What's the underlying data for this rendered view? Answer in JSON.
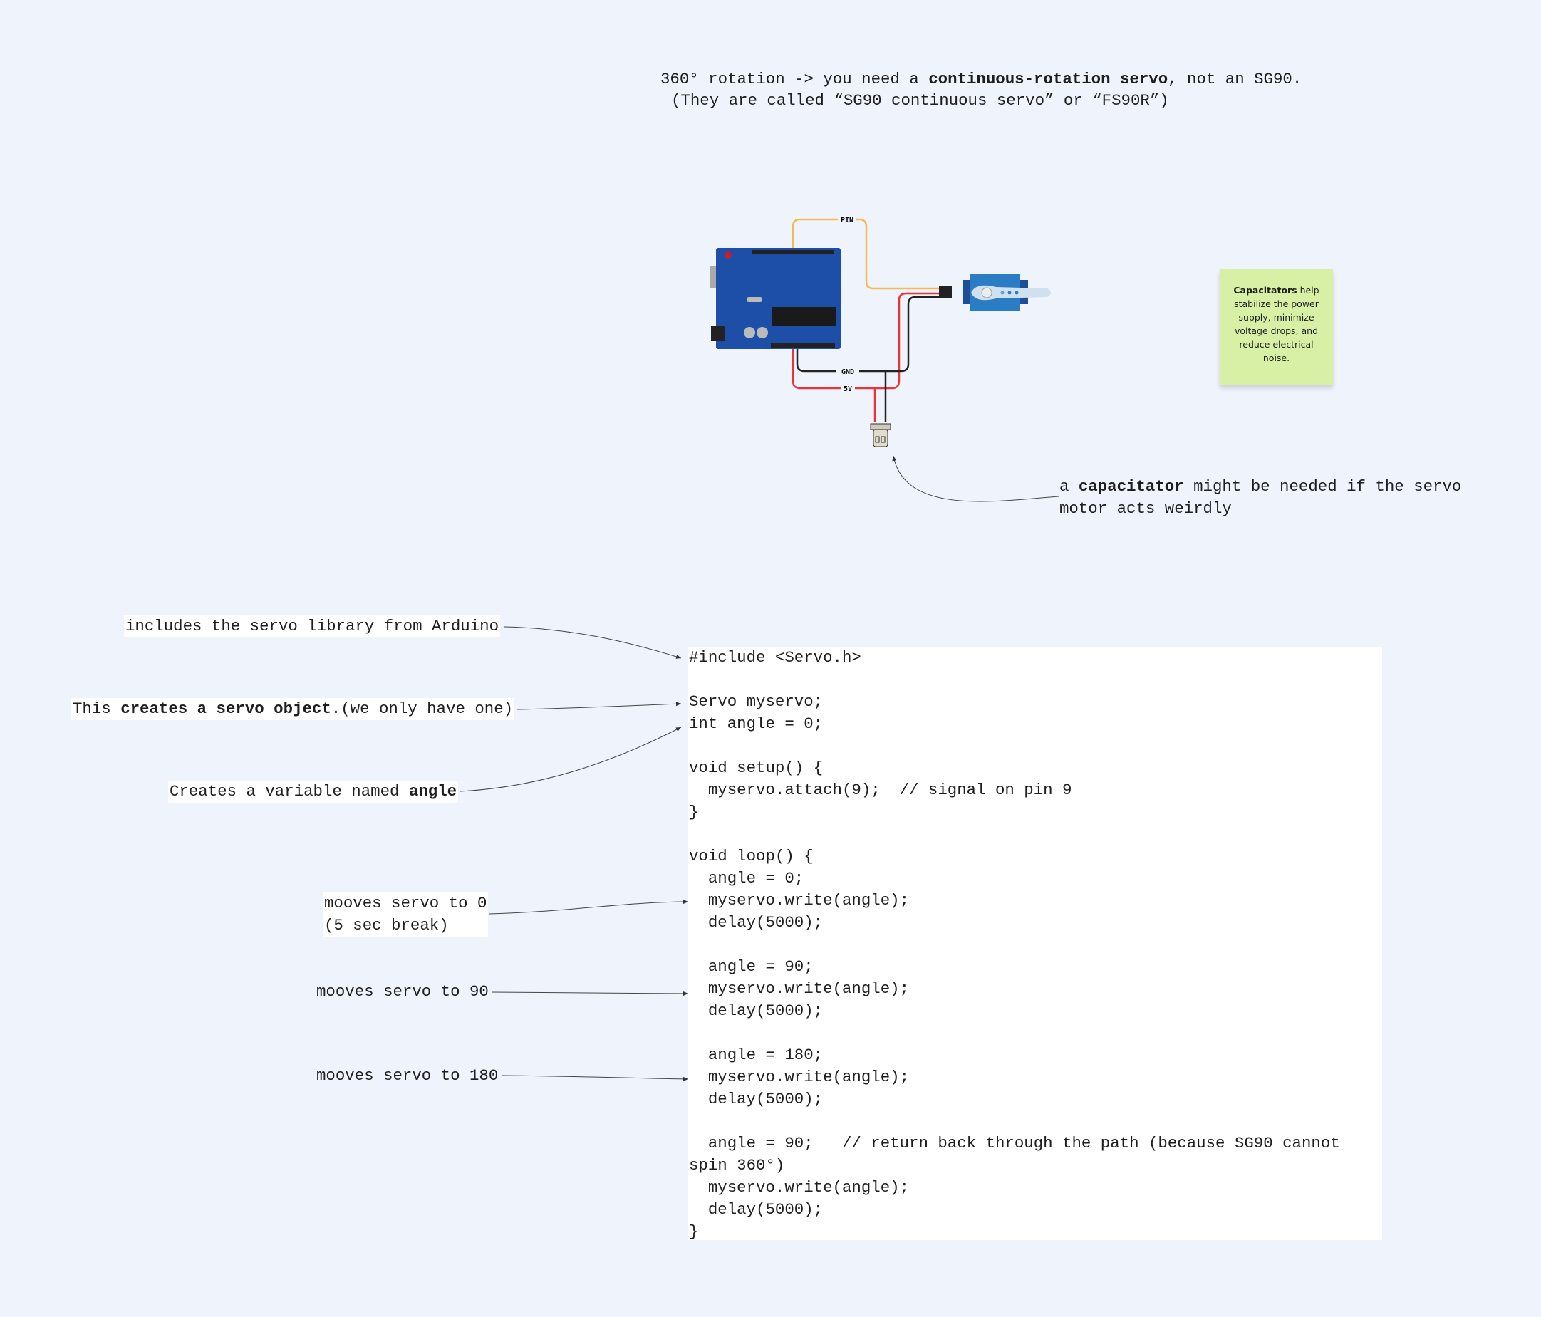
{
  "header": {
    "line1_pre": "360° rotation -> you need a ",
    "line1_bold": "continuous-rotation servo",
    "line1_post": ", not an SG90.",
    "line2": "(They are called “SG90 continuous servo” or “FS90R”)"
  },
  "circuit": {
    "pin_label": "PIN",
    "gnd_label": "GND",
    "v5_label": "5V",
    "colors": {
      "signal": "#f5b955",
      "power": "#e8353b",
      "ground": "#222222",
      "board": "#1d4fa8",
      "servo": "#2a7cc4"
    }
  },
  "sticky": {
    "bold": "Capacitators",
    "text": " help stabilize the power supply, minimize voltage drops, and reduce electrical noise.",
    "color": "#d8f0a5"
  },
  "capacitor_note": {
    "pre": "a ",
    "bold": "capacitator",
    "post": " might be needed if the servo\nmotor acts weirdly"
  },
  "annotations": {
    "include": "includes the servo library from Arduino",
    "object_pre": "This ",
    "object_bold": "creates a servo object",
    "object_post": ".(we only have one)",
    "angle_pre": "Creates a variable named ",
    "angle_bold": "angle",
    "servo0": "mooves servo to 0\n(5 sec break)",
    "servo90": "mooves servo to 90",
    "servo180": "mooves servo to 180"
  },
  "code": {
    "lines": [
      "#include <Servo.h>",
      "",
      "Servo myservo;",
      "int angle = 0;",
      "",
      "void setup() {",
      "  myservo.attach(9);  // signal on pin 9",
      "}",
      "",
      "void loop() {",
      "  angle = 0;",
      "  myservo.write(angle);",
      "  delay(5000);",
      "",
      "  angle = 90;",
      "  myservo.write(angle);",
      "  delay(5000);",
      "",
      "  angle = 180;",
      "  myservo.write(angle);",
      "  delay(5000);",
      "",
      "  angle = 90;   // return back through the path (because SG90 cannot spin 360°)",
      "  myservo.write(angle);",
      "  delay(5000);",
      "}"
    ]
  }
}
